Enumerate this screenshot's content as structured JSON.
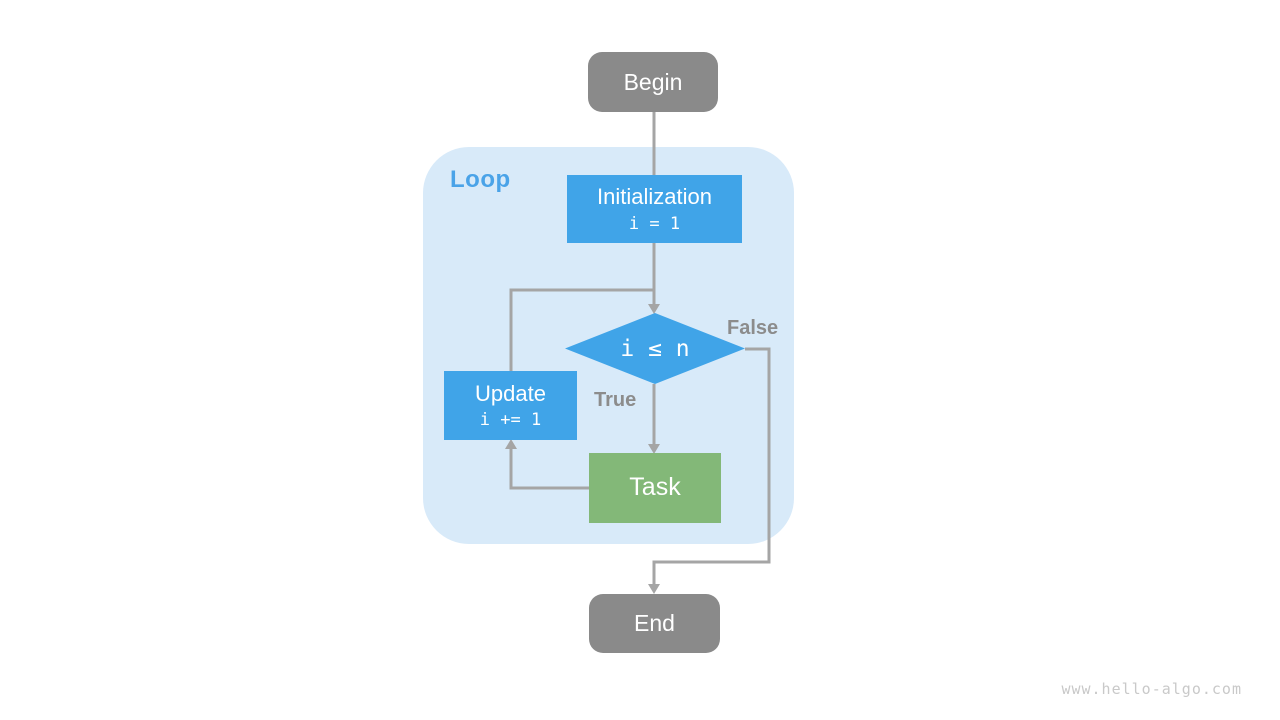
{
  "diagram": {
    "type": "flowchart",
    "loop_label": "Loop",
    "nodes": {
      "begin": {
        "label": "Begin"
      },
      "initialization": {
        "title": "Initialization",
        "code": "i = 1"
      },
      "condition": {
        "label": "i ≤ n"
      },
      "update": {
        "title": "Update",
        "code": "i += 1"
      },
      "task": {
        "label": "Task"
      },
      "end": {
        "label": "End"
      }
    },
    "edge_labels": {
      "true": "True",
      "false": "False"
    },
    "edges": [
      "Begin -> Initialization",
      "Initialization -> condition (i <= n)",
      "condition -True-> Task",
      "Task -> Update",
      "Update -> condition (loop back)",
      "condition -False-> End"
    ],
    "watermark": "www.hello-algo.com"
  },
  "colors": {
    "node_blue": "#40a4e8",
    "node_green": "#83b878",
    "node_gray": "#8a8a8a",
    "loop_background": "#d8eaf9",
    "loop_label_blue": "#4aa3e8",
    "edge_gray": "#a5a5a5",
    "edge_label_gray": "#8c8c8c",
    "watermark_gray": "#c9c9c9",
    "node_text": "#ffffff",
    "page_background": "#ffffff"
  }
}
